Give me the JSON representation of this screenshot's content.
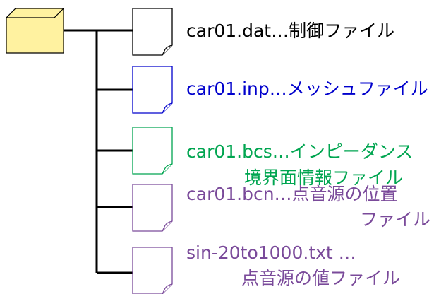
{
  "folder": {
    "icon": "folder-icon",
    "fill": "#FFF2A0",
    "stroke": "#000000"
  },
  "files": [
    {
      "icon": "document-icon",
      "color": "#000000",
      "line1": "car01.dat…制御ファイル",
      "line2": ""
    },
    {
      "icon": "document-icon",
      "color": "#0000CC",
      "line1": "car01.inp…メッシュファイル",
      "line2": ""
    },
    {
      "icon": "document-icon",
      "color": "#00A550",
      "line1": "car01.bcs…インピーダンス",
      "line2": "境界面情報ファイル"
    },
    {
      "icon": "document-icon",
      "color": "#7A4A9A",
      "line1": "car01.bcn…点音源の位置",
      "line2": "ファイル"
    },
    {
      "icon": "document-icon",
      "color": "#7A4A9A",
      "line1": "sin-20to1000.txt …",
      "line2": "点音源の値ファイル"
    }
  ]
}
